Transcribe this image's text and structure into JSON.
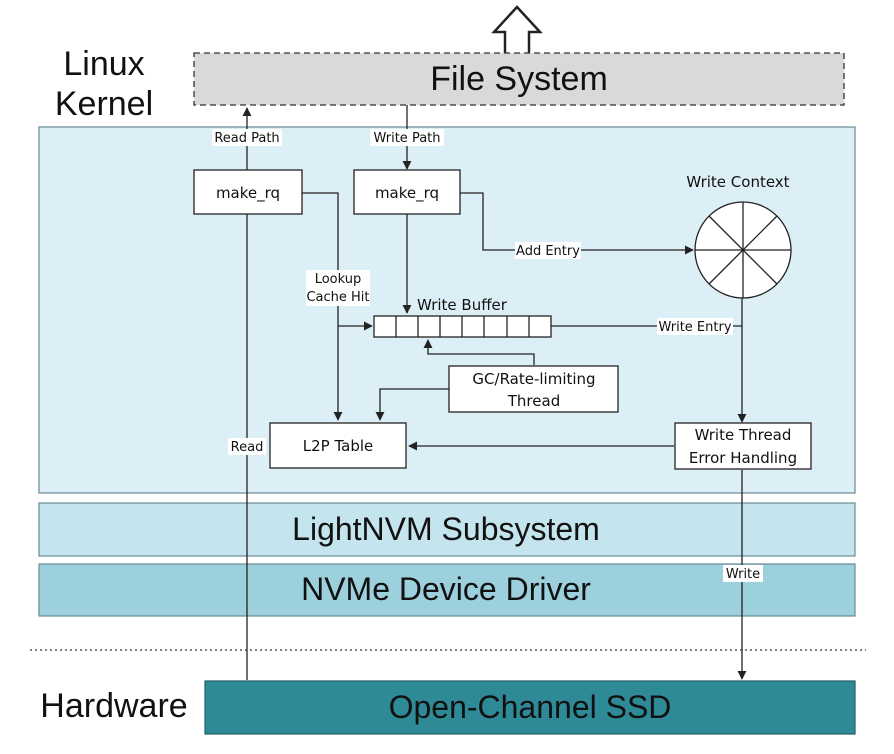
{
  "side_labels": {
    "linux": "Linux",
    "kernel": "Kernel",
    "hardware": "Hardware"
  },
  "layers": {
    "file_system": "File System",
    "lightnvm": "LightNVM Subsystem",
    "nvme": "NVMe Device Driver",
    "ssd": "Open-Channel SSD"
  },
  "boxes": {
    "make_rq_read": "make_rq",
    "make_rq_write": "make_rq",
    "l2p": "L2P Table",
    "gc_line1": "GC/Rate-limiting",
    "gc_line2": "Thread",
    "wt_line1": "Write Thread",
    "wt_line2": "Error Handling",
    "write_buffer": "Write Buffer",
    "write_context": "Write Context"
  },
  "edge_labels": {
    "read_path": "Read Path",
    "write_path": "Write Path",
    "add_entry": "Add Entry",
    "lookup1": "Lookup",
    "lookup2": "Cache Hit",
    "write_entry": "Write Entry",
    "read": "Read",
    "write": "Write"
  },
  "colors": {
    "fs_fill": "#d9d9d9",
    "kernel_fill": "#ddeff6",
    "lightnvm_fill": "#c4e4ee",
    "nvme_fill": "#9bd0dc",
    "ssd_fill": "#2f8a98"
  }
}
